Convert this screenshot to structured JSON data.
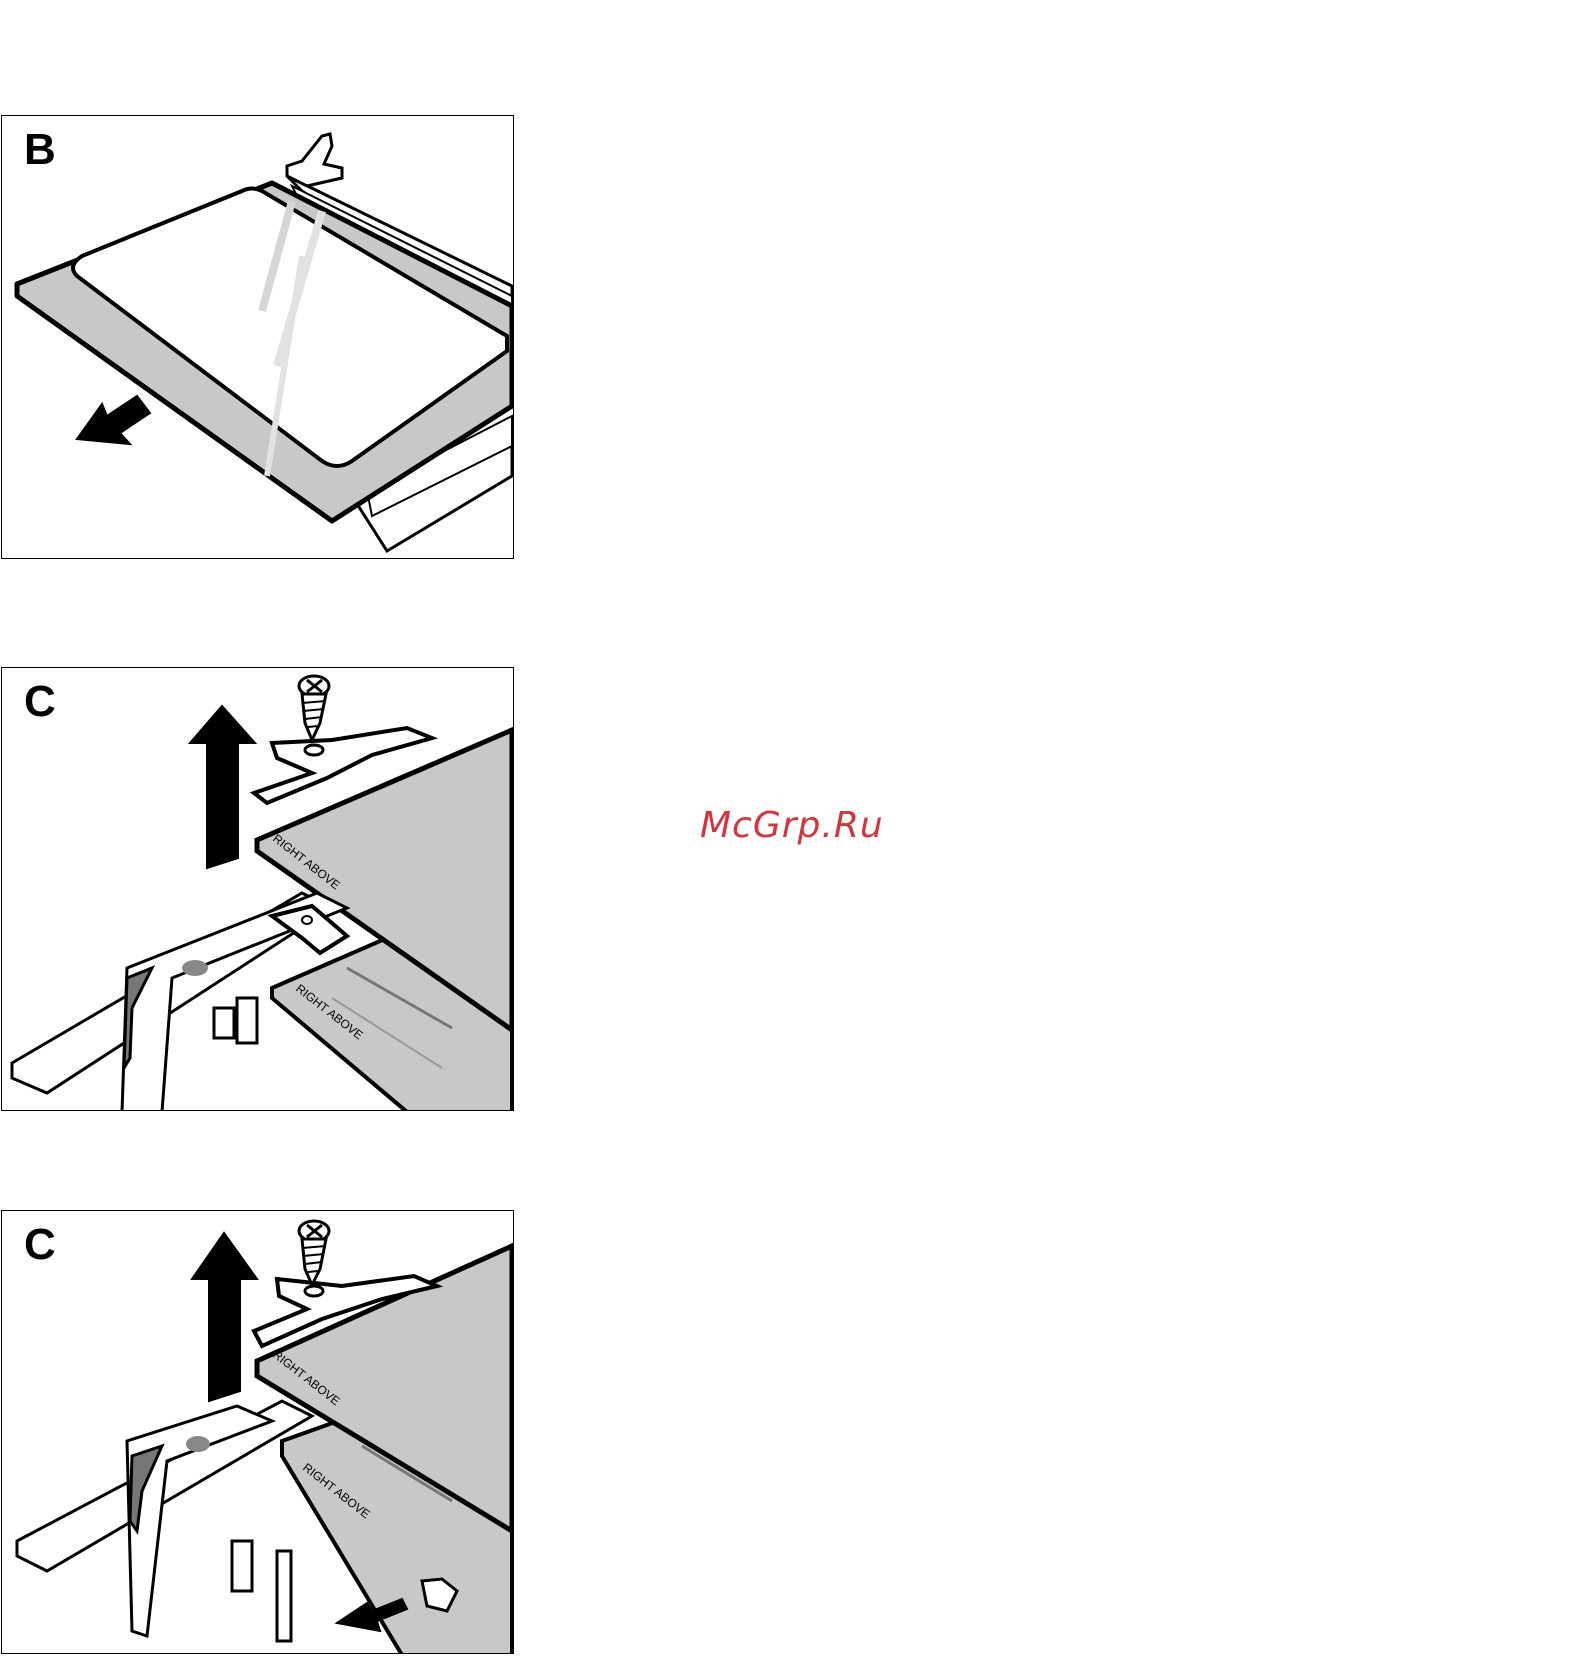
{
  "panels": [
    {
      "letter": "B"
    },
    {
      "letter": "C",
      "labels": [
        "RIGHT ABOVE",
        "RIGHT ABOVE"
      ]
    },
    {
      "letter": "C",
      "labels": [
        "RIGHT ABOVE",
        "RIGHT ABOVE"
      ]
    }
  ],
  "watermark": "McGrp.Ru",
  "colors": {
    "panel_gray": "#c8c8c8",
    "outline": "#000000",
    "watermark": "#d8333a"
  }
}
